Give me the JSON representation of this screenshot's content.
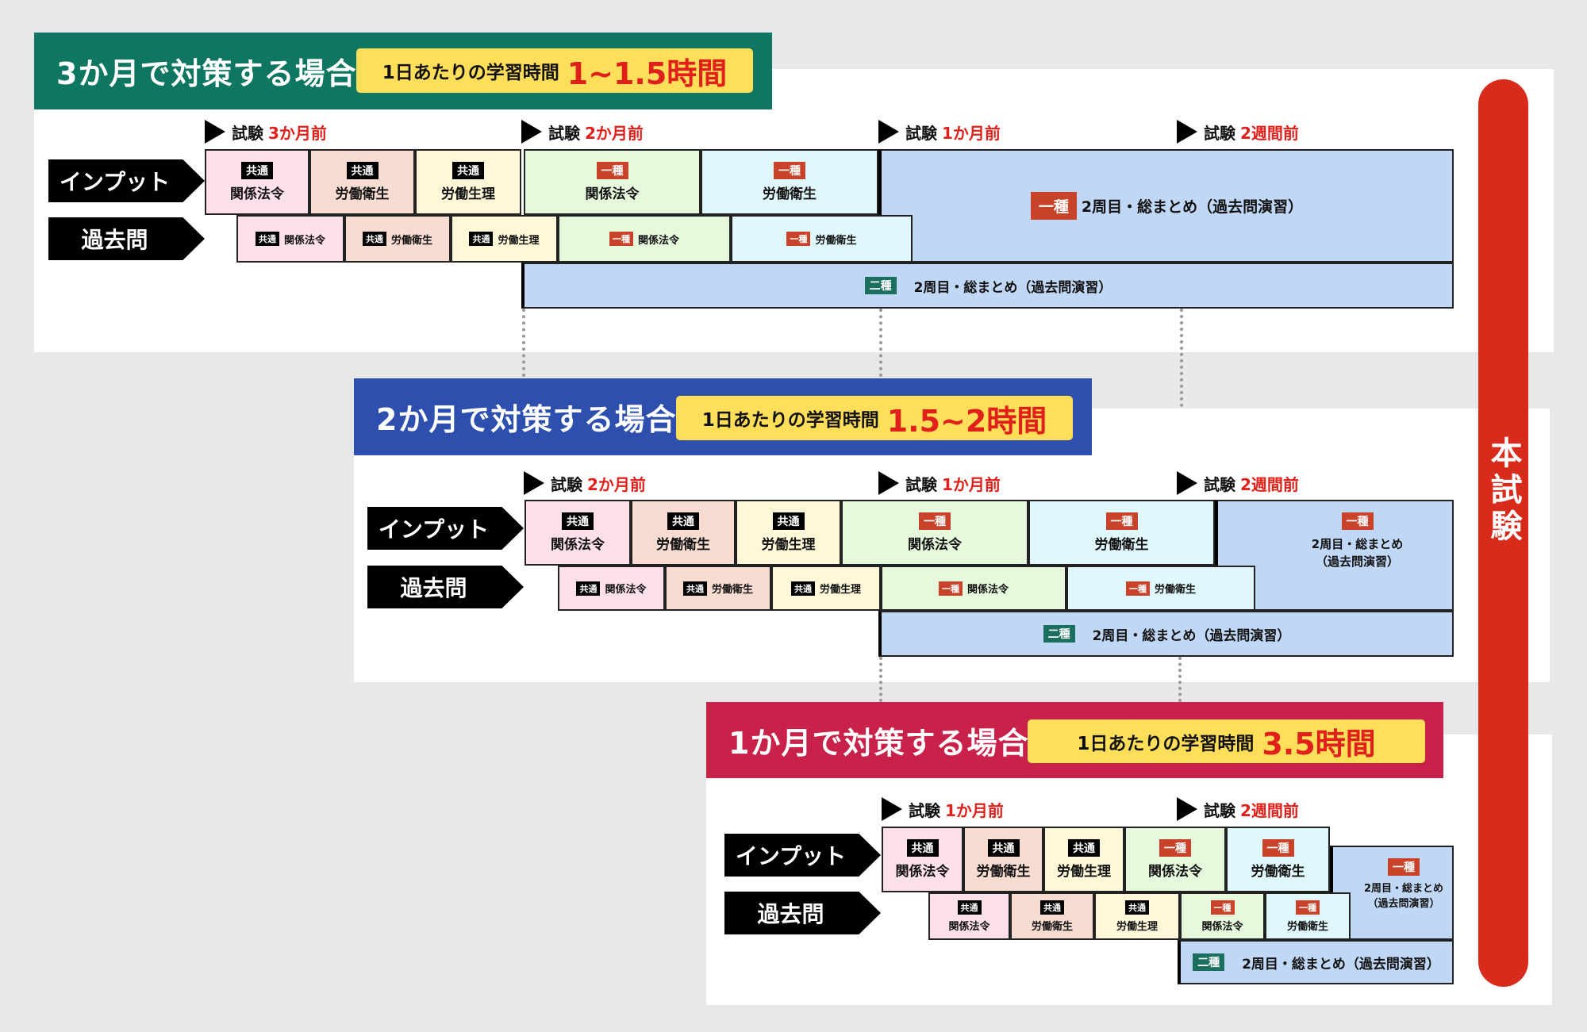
{
  "exam_label": "本試験",
  "colors": {
    "kyotsu": "#000000",
    "isshu": "#c8432a",
    "nishu": "#1a6f5e",
    "accent_red": "#e0201a"
  },
  "sections": [
    {
      "title": "3か月で対策する場合",
      "header_color": "#0e7661",
      "study_label": "1日あたりの学習時間",
      "study_hours": "1~1.5時間",
      "markers": [
        {
          "prefix": "試験",
          "value": "3か月前"
        },
        {
          "prefix": "試験",
          "value": "2か月前"
        },
        {
          "prefix": "試験",
          "value": "1か月前"
        },
        {
          "prefix": "試験",
          "value": "2週間前"
        }
      ],
      "row_labels": {
        "input": "インプット",
        "past": "過去問"
      },
      "input_cells": [
        {
          "badge": "共通",
          "label": "関係法令"
        },
        {
          "badge": "共通",
          "label": "労働衛生"
        },
        {
          "badge": "共通",
          "label": "労働生理"
        },
        {
          "badge": "一種",
          "label": "関係法令"
        },
        {
          "badge": "一種",
          "label": "労働衛生"
        }
      ],
      "past_cells": [
        {
          "badge": "共通",
          "label": "関係法令"
        },
        {
          "badge": "共通",
          "label": "労働衛生"
        },
        {
          "badge": "共通",
          "label": "労働生理"
        },
        {
          "badge": "一種",
          "label": "関係法令"
        },
        {
          "badge": "一種",
          "label": "労働衛生"
        }
      ],
      "summary_1": {
        "badge": "一種",
        "label": "2周目・総まとめ（過去問演習）"
      },
      "summary_2": {
        "badge": "二種",
        "label": "2周目・総まとめ（過去問演習）"
      }
    },
    {
      "title": "2か月で対策する場合",
      "header_color": "#2e4fae",
      "study_label": "1日あたりの学習時間",
      "study_hours": "1.5~2時間",
      "markers": [
        {
          "prefix": "試験",
          "value": "2か月前"
        },
        {
          "prefix": "試験",
          "value": "1か月前"
        },
        {
          "prefix": "試験",
          "value": "2週間前"
        }
      ],
      "row_labels": {
        "input": "インプット",
        "past": "過去問"
      },
      "input_cells": [
        {
          "badge": "共通",
          "label": "関係法令"
        },
        {
          "badge": "共通",
          "label": "労働衛生"
        },
        {
          "badge": "共通",
          "label": "労働生理"
        },
        {
          "badge": "一種",
          "label": "関係法令"
        },
        {
          "badge": "一種",
          "label": "労働衛生"
        }
      ],
      "past_cells": [
        {
          "badge": "共通",
          "label": "関係法令"
        },
        {
          "badge": "共通",
          "label": "労働衛生"
        },
        {
          "badge": "共通",
          "label": "労働生理"
        },
        {
          "badge": "一種",
          "label": "関係法令"
        },
        {
          "badge": "一種",
          "label": "労働衛生"
        }
      ],
      "summary_1": {
        "badge": "一種",
        "label": "2周目・総まとめ（過去問演習）"
      },
      "summary_2": {
        "badge": "二種",
        "label": "2周目・総まとめ（過去問演習）"
      }
    },
    {
      "title": "1か月で対策する場合",
      "header_color": "#c8224a",
      "study_label": "1日あたりの学習時間",
      "study_hours": "3.5時間",
      "markers": [
        {
          "prefix": "試験",
          "value": "1か月前"
        },
        {
          "prefix": "試験",
          "value": "2週間前"
        }
      ],
      "row_labels": {
        "input": "インプット",
        "past": "過去問"
      },
      "input_cells": [
        {
          "badge": "共通",
          "label": "関係法令"
        },
        {
          "badge": "共通",
          "label": "労働衛生"
        },
        {
          "badge": "共通",
          "label": "労働生理"
        },
        {
          "badge": "一種",
          "label": "関係法令"
        },
        {
          "badge": "一種",
          "label": "労働衛生"
        }
      ],
      "past_cells": [
        {
          "badge": "共通",
          "label": "関係法令"
        },
        {
          "badge": "共通",
          "label": "労働衛生"
        },
        {
          "badge": "共通",
          "label": "労働生理"
        },
        {
          "badge": "一種",
          "label": "関係法令"
        },
        {
          "badge": "一種",
          "label": "労働衛生"
        }
      ],
      "summary_1": {
        "badge": "一種",
        "label": "2周目・総まとめ（過去問演習）"
      },
      "summary_2": {
        "badge": "二種",
        "label": "2周目・総まとめ（過去問演習）"
      }
    }
  ]
}
